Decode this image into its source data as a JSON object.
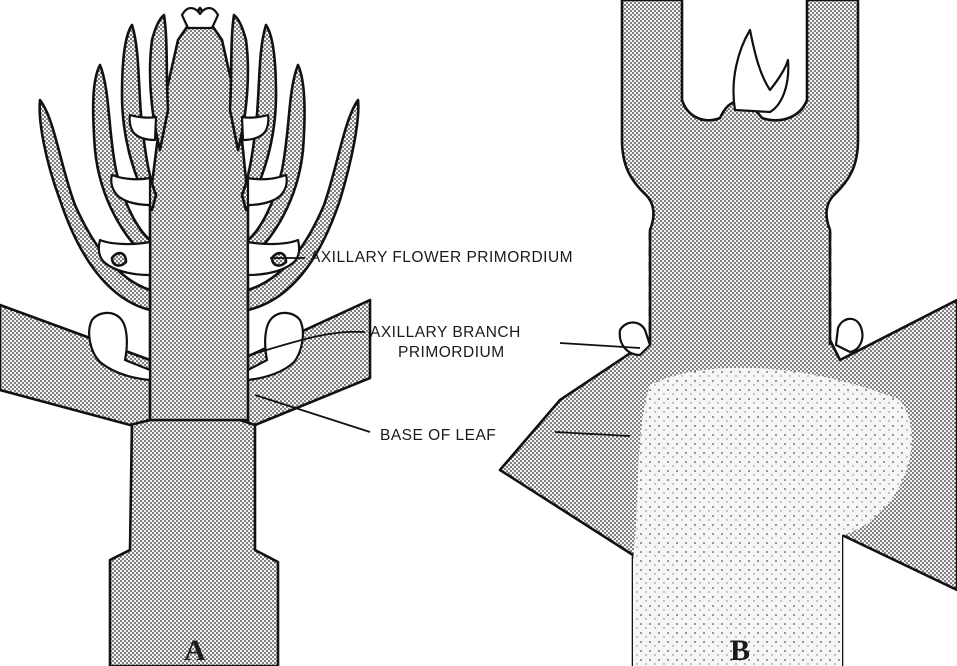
{
  "labels": {
    "axillary_flower": "AXILLARY FLOWER PRIMORDIUM",
    "axillary_branch_line1": "AXILLARY BRANCH",
    "axillary_branch_line2": "PRIMORDIUM",
    "base_of_leaf": "BASE OF LEAF"
  },
  "panels": {
    "a": "A",
    "b": "B"
  }
}
